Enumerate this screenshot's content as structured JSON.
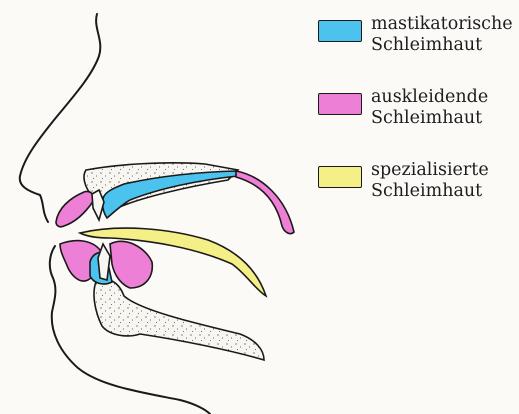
{
  "colors": {
    "masticatory": "#4cc3ee",
    "lining": "#ee7fd6",
    "specialized": "#f4ef86",
    "outline": "#1a1a1a",
    "bone": "#f8f6f0"
  },
  "legend": [
    {
      "line1": "mastikatorische",
      "line2": "Schleimhaut",
      "color_key": "masticatory"
    },
    {
      "line1": "auskleidende",
      "line2": "Schleimhaut",
      "color_key": "lining"
    },
    {
      "line1": "spezialisierte",
      "line2": "Schleimhaut",
      "color_key": "specialized"
    }
  ]
}
